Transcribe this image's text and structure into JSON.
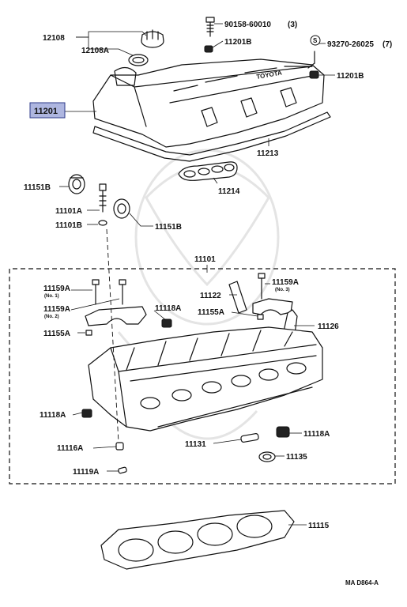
{
  "labels": {
    "p12108": "12108",
    "p12108a": "12108A",
    "p90158": "90158-60010",
    "p90158_qty": "(3)",
    "p11201b_top": "11201B",
    "s_mark": "S",
    "p93270": "93270-26025",
    "p93270_qty": "(7)",
    "p11201": "11201",
    "p11201b_right": "11201B",
    "p11213": "11213",
    "p11214": "11214",
    "p11151b_left": "11151B",
    "p11101a": "11101A",
    "p11101b": "11101B",
    "p11151b_right": "11151B",
    "p11101": "11101",
    "p11159a_1": "11159A",
    "no1": "(No. 1)",
    "p11159a_2": "11159A",
    "no2": "(No. 2)",
    "p11122": "11122",
    "p11159a_3": "11159A",
    "no3": "(No. 3)",
    "p11118a_top": "11118A",
    "p11155a_left": "11155A",
    "p11155a_mid": "11155A",
    "p11126": "11126",
    "p11118a_left": "11118A",
    "p11116a": "11116A",
    "p11131": "11131",
    "p11118a_right": "11118A",
    "p11135": "11135",
    "p11119a": "11119A",
    "p11115": "11115",
    "cover_text": "TOYOTA",
    "ref": "MA  D864-A"
  },
  "colors": {
    "highlight": "#aeb6e0",
    "line": "#111111",
    "watermark": "#e4e4e4"
  }
}
